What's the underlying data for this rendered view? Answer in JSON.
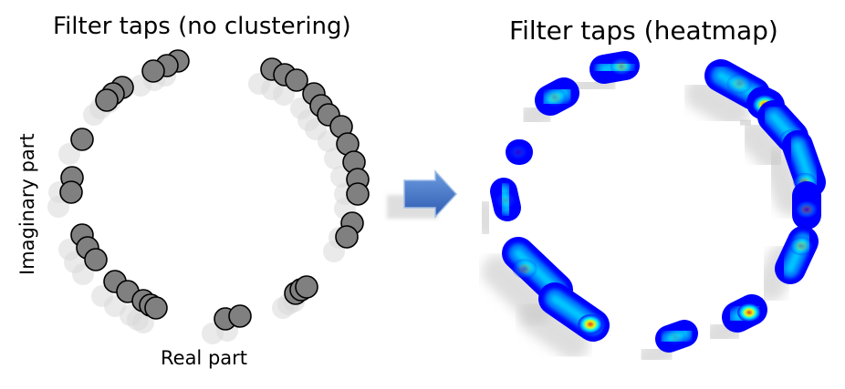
{
  "left_panel": {
    "title": "Filter taps (no clustering)",
    "xlabel": "Real part",
    "ylabel": "Imaginary part"
  },
  "right_panel": {
    "title": "Filter taps (heatmap)"
  },
  "colors": {
    "marker_fill": "#808080",
    "marker_edge": "#000000",
    "shadow": "#d9d9d9",
    "arrow": "#4472c4",
    "heat_low": "#0000ff",
    "heat_mid": "#00ffff",
    "heat_high": "#ff3000"
  },
  "icons": {
    "arrow": "right-arrow-icon"
  }
}
